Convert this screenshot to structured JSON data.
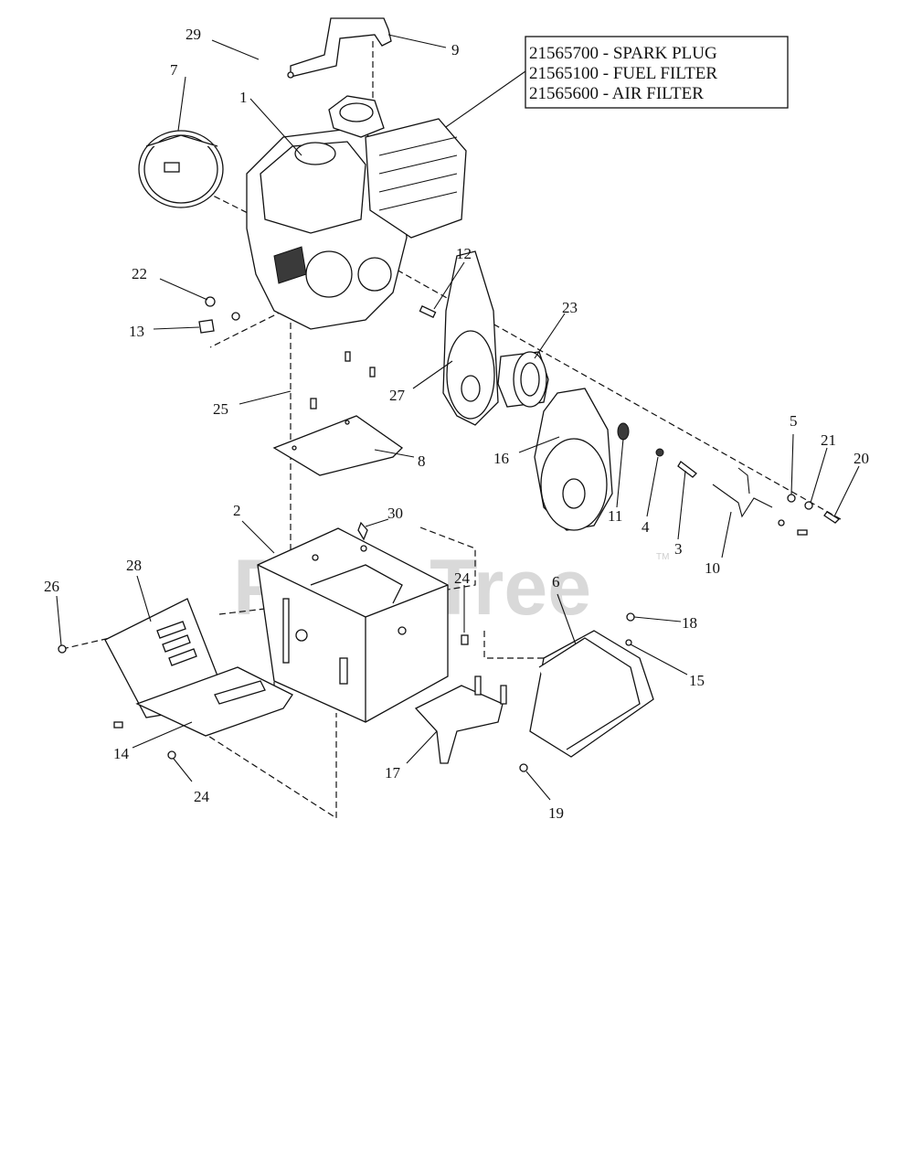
{
  "callout_box": {
    "lines": [
      "21565700 - SPARK PLUG",
      "21565100 - FUEL FILTER",
      "21565600 - AIR FILTER"
    ]
  },
  "watermark": {
    "text": "PartsTree",
    "tm": "TM"
  },
  "parts": [
    {
      "id": "1",
      "label": "1"
    },
    {
      "id": "2",
      "label": "2"
    },
    {
      "id": "3",
      "label": "3"
    },
    {
      "id": "4",
      "label": "4"
    },
    {
      "id": "5",
      "label": "5"
    },
    {
      "id": "6",
      "label": "6"
    },
    {
      "id": "7",
      "label": "7"
    },
    {
      "id": "8",
      "label": "8"
    },
    {
      "id": "9",
      "label": "9"
    },
    {
      "id": "10",
      "label": "10"
    },
    {
      "id": "11",
      "label": "11"
    },
    {
      "id": "12",
      "label": "12"
    },
    {
      "id": "13",
      "label": "13"
    },
    {
      "id": "14",
      "label": "14"
    },
    {
      "id": "15",
      "label": "15"
    },
    {
      "id": "16",
      "label": "16"
    },
    {
      "id": "17",
      "label": "17"
    },
    {
      "id": "18",
      "label": "18"
    },
    {
      "id": "19",
      "label": "19"
    },
    {
      "id": "20",
      "label": "20"
    },
    {
      "id": "21",
      "label": "21"
    },
    {
      "id": "22",
      "label": "22"
    },
    {
      "id": "23",
      "label": "23"
    },
    {
      "id": "24a",
      "label": "24"
    },
    {
      "id": "24b",
      "label": "24"
    },
    {
      "id": "25",
      "label": "25"
    },
    {
      "id": "26",
      "label": "26"
    },
    {
      "id": "27",
      "label": "27"
    },
    {
      "id": "28",
      "label": "28"
    },
    {
      "id": "29",
      "label": "29"
    },
    {
      "id": "30",
      "label": "30"
    }
  ]
}
